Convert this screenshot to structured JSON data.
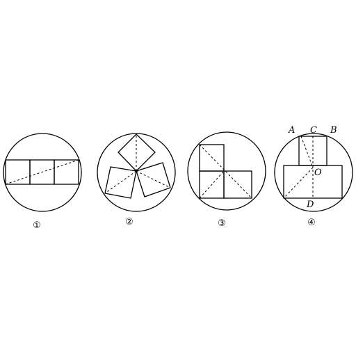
{
  "figures": [
    {
      "caption": "①"
    },
    {
      "caption": "②"
    },
    {
      "caption": "③"
    },
    {
      "caption": "④"
    }
  ],
  "point_labels": {
    "A": "A",
    "B": "B",
    "C": "C",
    "D": "D",
    "O": "O"
  }
}
